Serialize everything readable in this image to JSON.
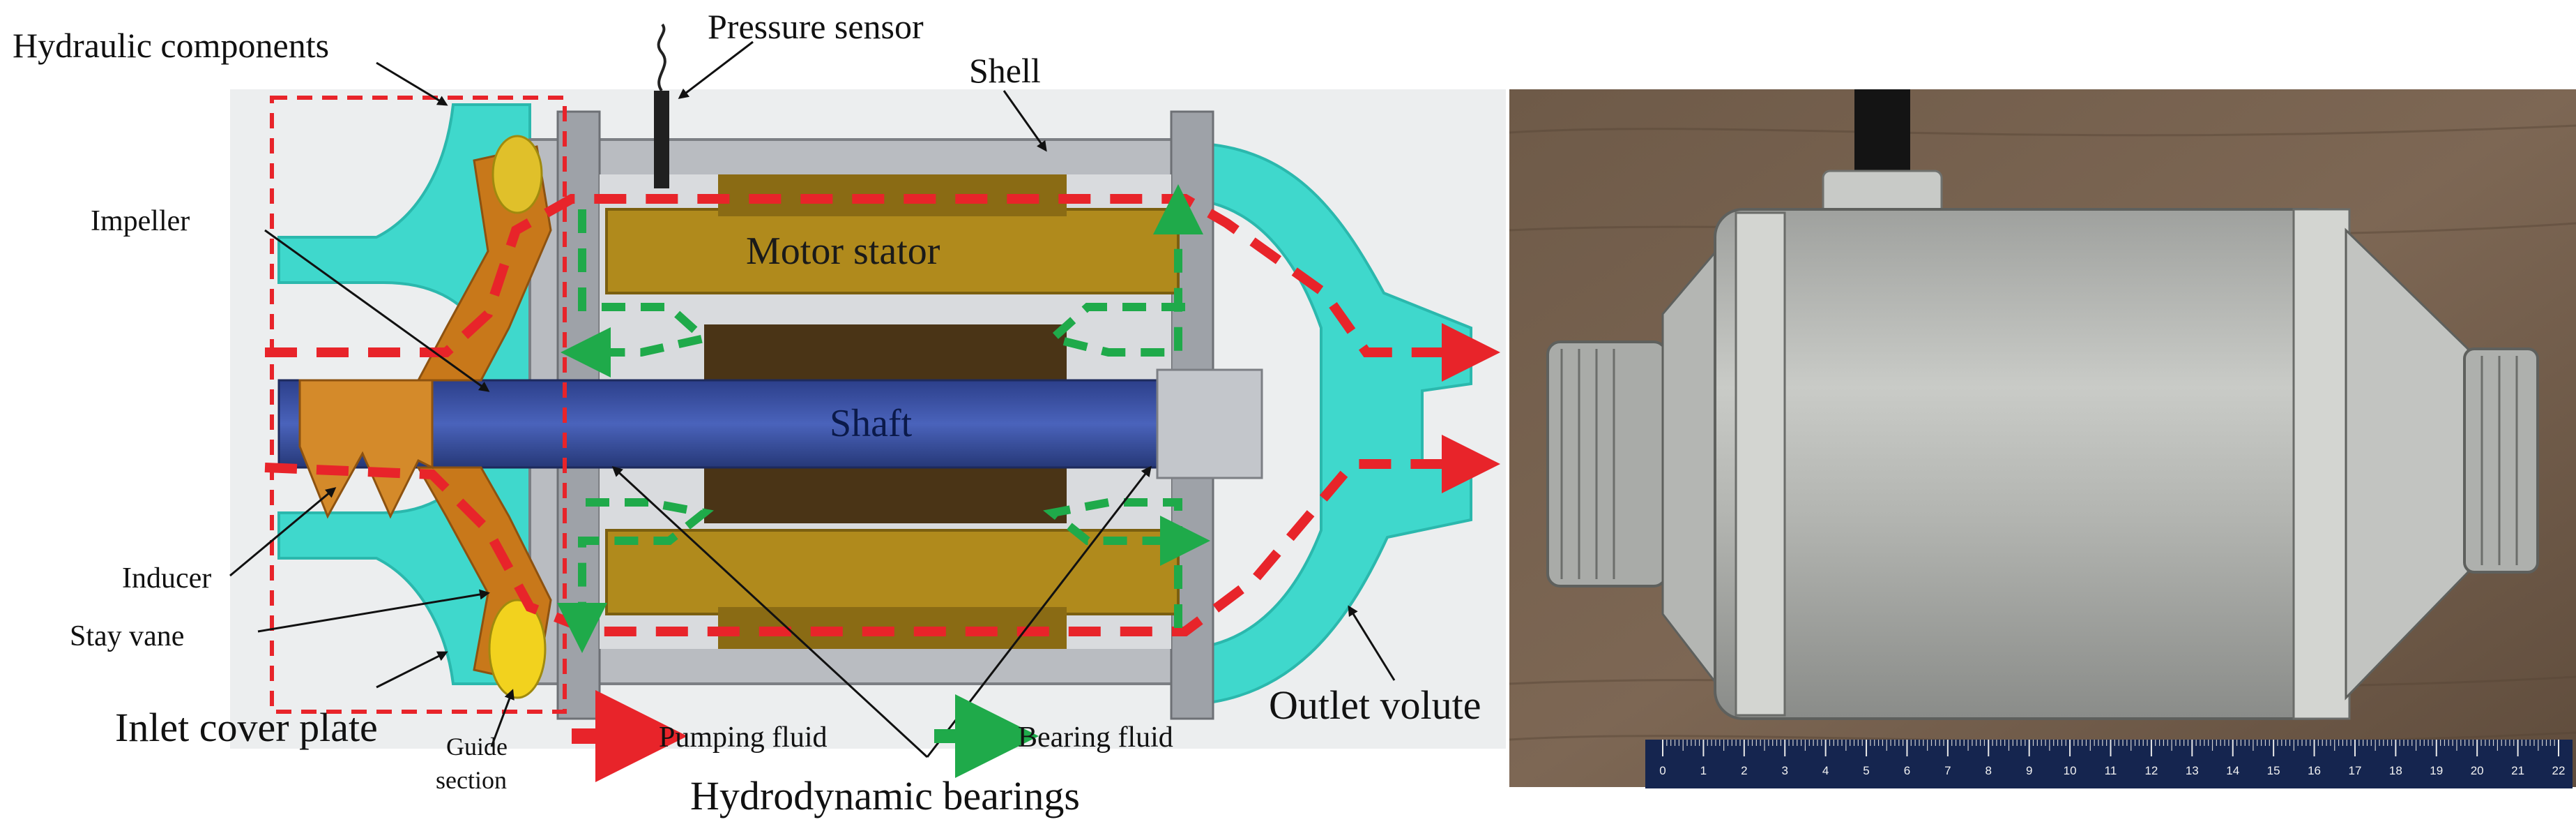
{
  "labels": {
    "hydraulic_components": "Hydraulic components",
    "pressure_sensor": "Pressure sensor",
    "shell": "Shell",
    "impeller": "Impeller",
    "motor_stator": "Motor stator",
    "shaft": "Shaft",
    "inducer": "Inducer",
    "stay_vane": "Stay vane",
    "inlet_cover_plate": "Inlet cover plate",
    "guide_section_line1": "Guide",
    "guide_section_line2": "section",
    "hydrodynamic_bearings": "Hydrodynamic bearings",
    "outlet_volute": "Outlet volute"
  },
  "legend": {
    "pumping_fluid": "Pumping fluid",
    "bearing_fluid": "Bearing fluid"
  },
  "ruler": {
    "ticks": [
      "0",
      "1",
      "2",
      "3",
      "4",
      "5",
      "6",
      "7",
      "8",
      "9",
      "10",
      "11",
      "12",
      "13",
      "14",
      "15",
      "16",
      "17",
      "18",
      "19",
      "20",
      "21",
      "22"
    ]
  },
  "colors": {
    "pumping_fluid": "#e8242a",
    "bearing_fluid": "#1faa4a",
    "volute": "#3fd8cc",
    "shaft": "#3a52a8",
    "stator": "#b08a1c",
    "impeller": "#c8781a",
    "shell_grey": "#b9bcc1"
  }
}
